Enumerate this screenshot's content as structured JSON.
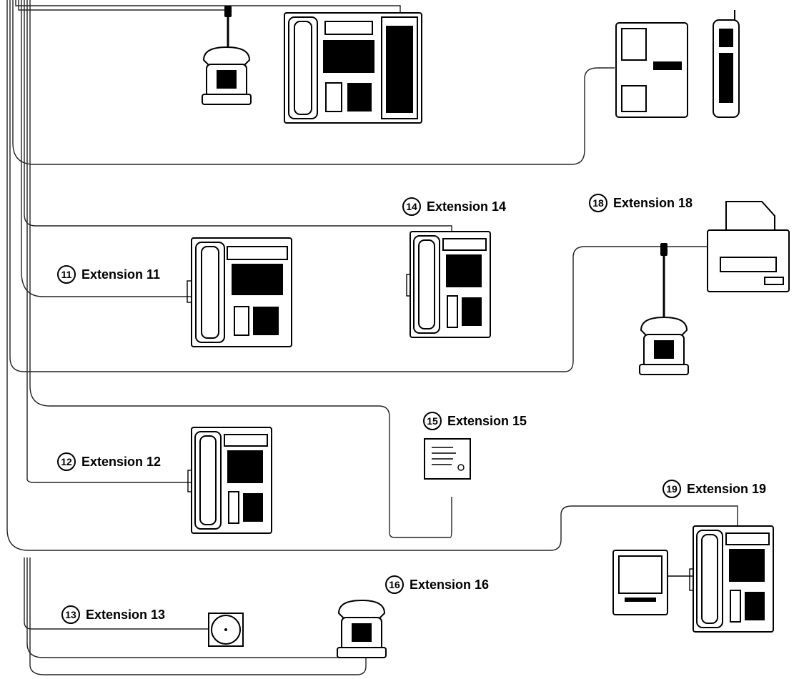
{
  "labels": [
    {
      "id": "ext11",
      "number": "11",
      "text": "Extension 11"
    },
    {
      "id": "ext12",
      "number": "12",
      "text": "Extension 12"
    },
    {
      "id": "ext13",
      "number": "13",
      "text": "Extension 13"
    },
    {
      "id": "ext14",
      "number": "14",
      "text": "Extension 14"
    },
    {
      "id": "ext15",
      "number": "15",
      "text": "Extension 15"
    },
    {
      "id": "ext16",
      "number": "16",
      "text": "Extension 16"
    },
    {
      "id": "ext18",
      "number": "18",
      "text": "Extension 18"
    },
    {
      "id": "ext19",
      "number": "19",
      "text": "Extension 19"
    }
  ]
}
